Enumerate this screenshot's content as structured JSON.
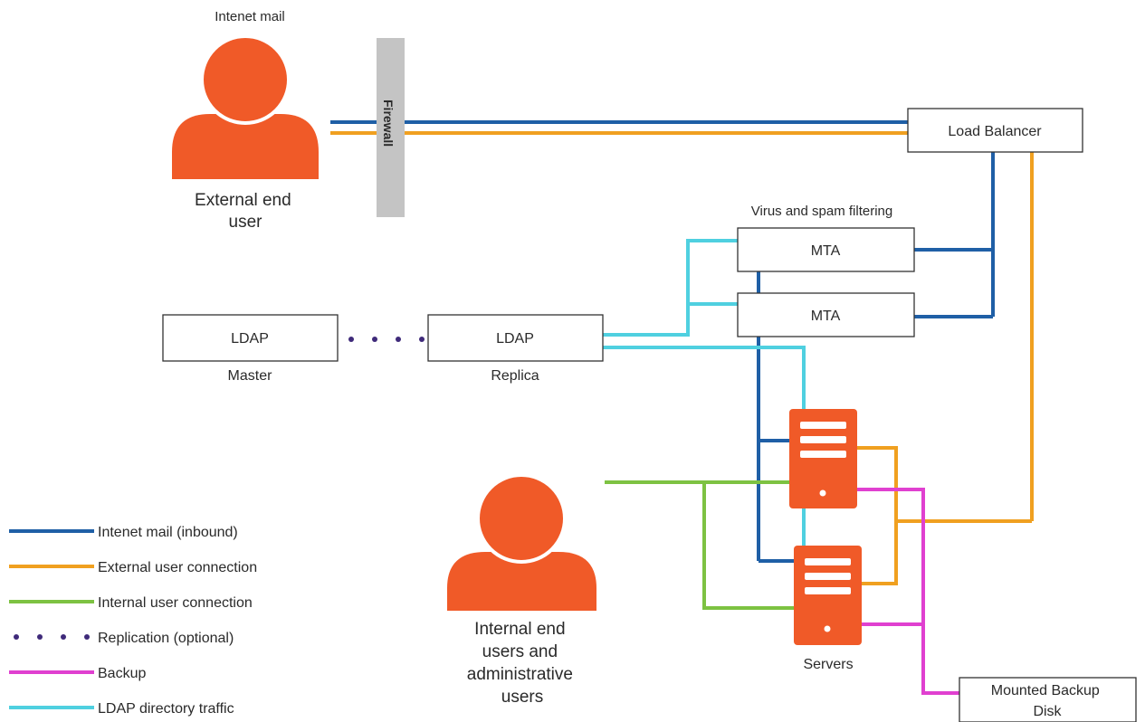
{
  "labels": {
    "internet_mail": "Intenet mail",
    "firewall": "Firewall",
    "external_user": [
      "External end",
      "user"
    ],
    "load_balancer": "Load Balancer",
    "virus_filter": "Virus and spam filtering",
    "mta_1": "MTA",
    "mta_2": "MTA",
    "ldap_master_box": "LDAP",
    "ldap_master_caption": "Master",
    "ldap_replica_box": "LDAP",
    "ldap_replica_caption": "Replica",
    "internal_users": [
      "Internal end",
      "users and",
      "administrative",
      "users"
    ],
    "servers": "Servers",
    "backup_disk": [
      "Mounted Backup",
      "Disk"
    ]
  },
  "legend": [
    {
      "label": "Intenet mail (inbound)",
      "color": "#1f5fa6",
      "style": "line"
    },
    {
      "label": "External user connection",
      "color": "#f0a020",
      "style": "line"
    },
    {
      "label": "Internal user connection",
      "color": "#7dc242",
      "style": "line"
    },
    {
      "label": "Replication (optional)",
      "color": "#3f2a7a",
      "style": "dots"
    },
    {
      "label": "Backup",
      "color": "#e040d0",
      "style": "line"
    },
    {
      "label": "LDAP directory traffic",
      "color": "#4fd0e0",
      "style": "line"
    }
  ],
  "colors": {
    "person": "#f05a28",
    "server": "#f05a28",
    "firewall": "#c4c4c4",
    "inbound_mail": "#1f5fa6",
    "external": "#f0a020",
    "internal": "#7dc242",
    "replication": "#3f2a7a",
    "backup": "#e040d0",
    "ldap_traffic": "#4fd0e0"
  },
  "icons": [
    "person-icon",
    "person-icon",
    "server-icon",
    "server-icon"
  ]
}
